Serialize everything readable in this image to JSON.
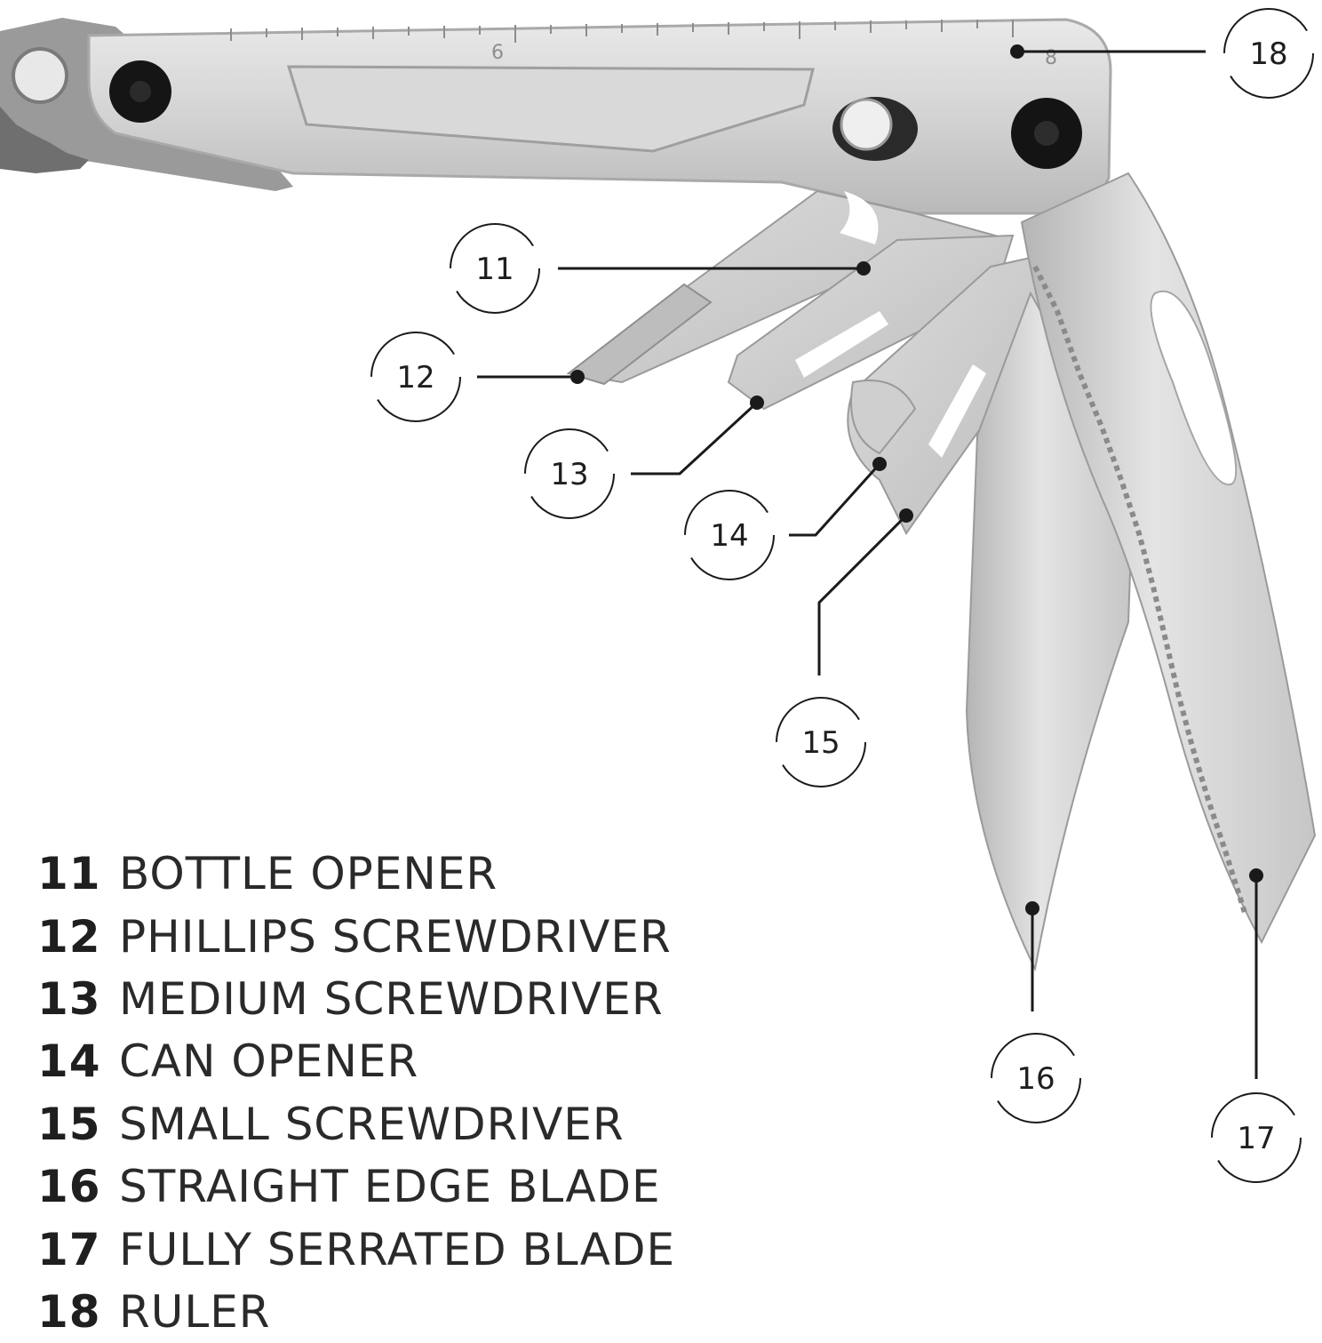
{
  "ruler": {
    "mark_6": "6",
    "mark_8": "8"
  },
  "callouts": [
    {
      "number": "11"
    },
    {
      "number": "12"
    },
    {
      "number": "13"
    },
    {
      "number": "14"
    },
    {
      "number": "15"
    },
    {
      "number": "16"
    },
    {
      "number": "17"
    },
    {
      "number": "18"
    }
  ],
  "legend": [
    {
      "number": "11",
      "label": "BOTTLE OPENER"
    },
    {
      "number": "12",
      "label": "PHILLIPS SCREWDRIVER"
    },
    {
      "number": "13",
      "label": "MEDIUM SCREWDRIVER"
    },
    {
      "number": "14",
      "label": "CAN OPENER"
    },
    {
      "number": "15",
      "label": "SMALL SCREWDRIVER"
    },
    {
      "number": "16",
      "label": "STRAIGHT EDGE BLADE"
    },
    {
      "number": "17",
      "label": "FULLY SERRATED BLADE"
    },
    {
      "number": "18",
      "label": "RULER"
    }
  ],
  "colors": {
    "steel": "#c9c9c9",
    "steel_light": "#e2e2e2",
    "steel_dark": "#8e8e8e",
    "ink": "#1a1a1a"
  }
}
